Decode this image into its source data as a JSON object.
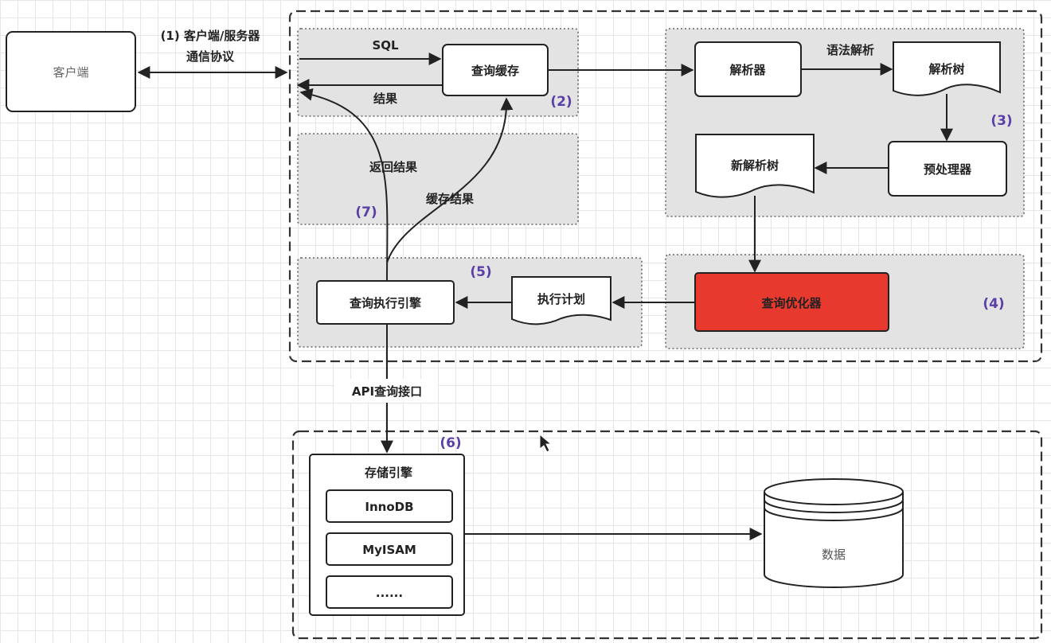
{
  "client": {
    "label": "客户端"
  },
  "protocol": {
    "line1": "(1) 客户端/服务器",
    "line2": "通信协议"
  },
  "cache_area": {
    "sql_label": "SQL",
    "result_label": "结果",
    "query_cache": "查询缓存",
    "number": "(2)"
  },
  "parse_area": {
    "parser": "解析器",
    "syntax_label": "语法解析",
    "parse_tree": "解析树",
    "preprocessor": "预处理器",
    "new_parse_tree": "新解析树",
    "number": "(3)"
  },
  "return_area": {
    "return_label": "返回结果",
    "cache_result_label": "缓存结果",
    "number": "(7)"
  },
  "exec_area": {
    "engine": "查询执行引擎",
    "plan": "执行计划",
    "number": "(5)"
  },
  "optimizer_area": {
    "optimizer": "查询优化器",
    "number": "(4)"
  },
  "api_label": "API查询接口",
  "storage": {
    "number": "(6)",
    "title": "存储引擎",
    "engines": [
      "InnoDB",
      "MyISAM",
      "......"
    ],
    "data": "数据"
  },
  "colors": {
    "optimizer_fill": "#e8392f",
    "number_color": "#5b3fa8",
    "group_fill": "#e3e3e3"
  }
}
